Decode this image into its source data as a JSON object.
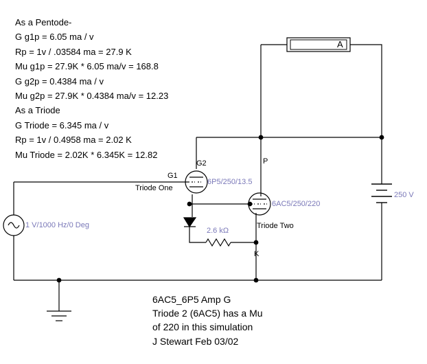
{
  "notes": [
    "As a Pentode-",
    "G g1p = 6.05 ma / v",
    "Rp = 1v / .03584 ma = 27.9 K",
    "Mu g1p = 27.9K * 6.05 ma/v = 168.8",
    "G g2p = 0.4384 ma / v",
    "Mu g2p = 27.9K * 0.4384 ma/v = 12.23",
    "As a Triode",
    "G Triode = 6.345 ma / v",
    "Rp = 1v / 0.4958 ma = 2.02 K",
    "Mu Triode = 2.02K * 6.345K = 12.82"
  ],
  "caption": [
    "6AC5_6P5 Amp G",
    "Triode 2 (6AC5) has a Mu",
    "of 220 in this simulation",
    "J Stewart Feb 03/02"
  ],
  "labels": {
    "g1": "G1",
    "g2": "G2",
    "p": "P",
    "k": "K",
    "triode_one": "Triode One",
    "triode_two": "Triode Two",
    "tube1_model": "6P5/250/13.5",
    "tube2_model": "6AC5/250/220",
    "resistor": "2.6 kΩ",
    "battery": "250 V",
    "source": "1 V/1000 Hz/0 Deg",
    "ammeter": "A"
  },
  "colors": {
    "wire": "#000000",
    "component_label": "#7a78b8"
  }
}
